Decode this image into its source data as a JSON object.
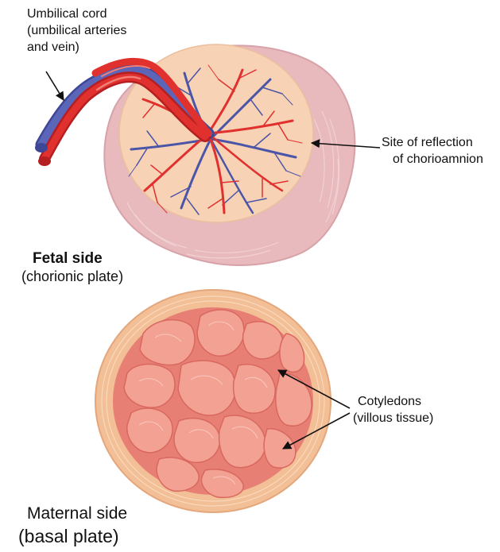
{
  "labels": {
    "umbilical_line1": "Umbilical cord",
    "umbilical_line2": "(umbilical arteries",
    "umbilical_line3": "and vein)",
    "reflection_line1": "Site of reflection",
    "reflection_line2": "of chorioamnion",
    "fetal_title": "Fetal side",
    "fetal_subtitle": "(chorionic plate)",
    "cotyledons_line1": "Cotyledons",
    "cotyledons_line2": "(villous tissue)",
    "maternal_title": "Maternal side",
    "maternal_subtitle": "(basal plate)"
  },
  "colors": {
    "membrane": "#e8b9bd",
    "chorionic_plate": "#f7d2b5",
    "artery": "#e0312f",
    "vein": "#4b55a8",
    "maternal_rim": "#f2bf96",
    "basal_plate": "#e77f75",
    "cotyledon": "#f2a193",
    "arrow": "#111111"
  }
}
